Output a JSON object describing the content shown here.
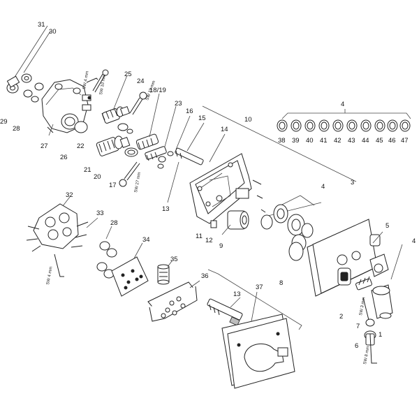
{
  "callouts": [
    "31",
    "30",
    "29",
    "28",
    "27",
    "26",
    "25",
    "24",
    "18/19",
    "23",
    "16",
    "15",
    "14",
    "10",
    "22",
    "21",
    "20",
    "17",
    "13",
    "11",
    "12",
    "9",
    "8",
    "7",
    "6",
    "5",
    "4",
    "3",
    "2",
    "1",
    "32",
    "33",
    "34",
    "35",
    "36",
    "37",
    "38",
    "39",
    "40",
    "41",
    "42",
    "43",
    "44",
    "45",
    "46",
    "47"
  ],
  "labels": {
    "n1": "1",
    "n2": "2",
    "n3": "3",
    "n4a": "4",
    "n4b": "4",
    "n4c": "4",
    "n5": "5",
    "n6": "6",
    "n7": "7",
    "n8": "8",
    "n9": "9",
    "n10": "10",
    "n11": "11",
    "n12": "12",
    "n13a": "13",
    "n13b": "13",
    "n14": "14",
    "n15": "15",
    "n16": "16",
    "n17": "17",
    "n1819": "18/19",
    "n20": "20",
    "n21": "21",
    "n22": "22",
    "n23": "23",
    "n24": "24",
    "n25": "25",
    "n26": "26",
    "n27": "27",
    "n28a": "28",
    "n28b": "28",
    "n29": "29",
    "n30": "30",
    "n31": "31",
    "n32": "32",
    "n33": "33",
    "n34": "34",
    "n35": "35",
    "n36": "36",
    "n37": "37",
    "n38": "38",
    "n39": "39",
    "n40": "40",
    "n41": "41",
    "n42": "42",
    "n43": "43",
    "n44": "44",
    "n45": "45",
    "n46": "46",
    "n47": "47"
  },
  "tools": {
    "sw4a": "SW 4 mm",
    "sw10": "SW 10 mm",
    "sw19": "SW 19 mm",
    "sw27": "SW 27 mm",
    "sw4b": "SW 4 mm",
    "sw3": "SW 3 mm",
    "sw8": "SW 8 mm"
  }
}
